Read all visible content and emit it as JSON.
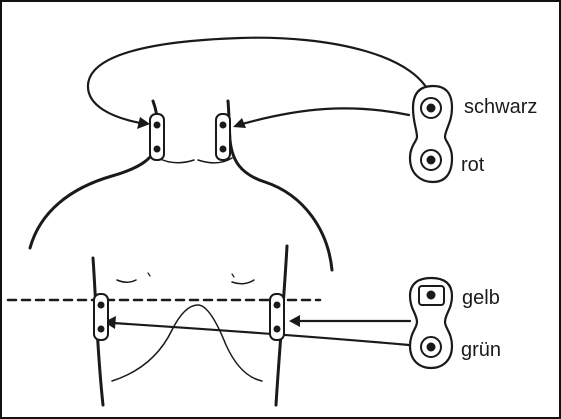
{
  "labels": {
    "black": "schwarz",
    "red": "rot",
    "yellow": "gelb",
    "green": "grün"
  },
  "colors": {
    "stroke": "#1a1a1a",
    "background": "#ffffff",
    "pad_fill": "#ffffff"
  }
}
